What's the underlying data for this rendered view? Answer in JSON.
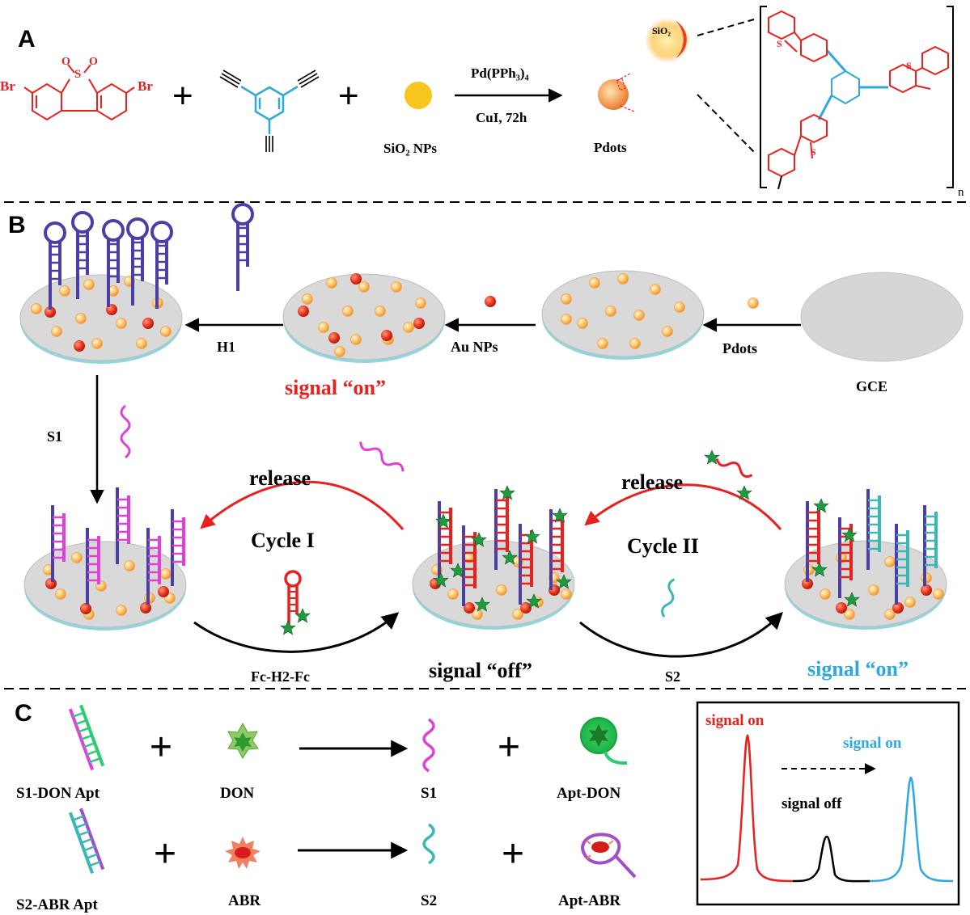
{
  "panels": {
    "a": "A",
    "b": "B",
    "c": "C"
  },
  "colors": {
    "red": "#e8211f",
    "blue": "#2fa8df",
    "purple": "#4b3fa7",
    "magenta": "#e03fd8",
    "teal": "#3ab7b6",
    "green": "#1e8a3c",
    "gold": "#f7c51e",
    "orange_dot": "#f8b45c",
    "gray": "#d9d9d9"
  },
  "section_a": {
    "br": "Br",
    "sulfonyl_s": "S",
    "sulfonyl_o": "O",
    "sio2_nps": "SiO₂ NPs",
    "pdots": "Pdots",
    "catalyst": "Pd(PPh₃)₄",
    "conditions": "CuI, 72h",
    "shell": "SiO₂",
    "repeat_n": "n"
  },
  "section_b": {
    "h1": "H1",
    "au_nps": "Au NPs",
    "pdots": "Pdots",
    "gce": "GCE",
    "signal_on_red": "signal “on”",
    "s1": "S1",
    "release_1": "release",
    "release_2": "release",
    "cycle_1": "Cycle I",
    "cycle_2": "Cycle II",
    "fc_h2_fc": "Fc-H2-Fc",
    "signal_off": "signal “off”",
    "s2": "S2",
    "signal_on_blue": "signal “on”"
  },
  "section_c": {
    "s1_don_apt": "S1-DON Apt",
    "don": "DON",
    "s1": "S1",
    "apt_don": "Apt-DON",
    "s2_abr_apt": "S2-ABR Apt",
    "abr": "ABR",
    "s2": "S2",
    "apt_abr": "Apt-ABR"
  },
  "inset": {
    "signal_on_1": "signal on",
    "signal_on_2": "signal on",
    "signal_off": "signal off"
  }
}
